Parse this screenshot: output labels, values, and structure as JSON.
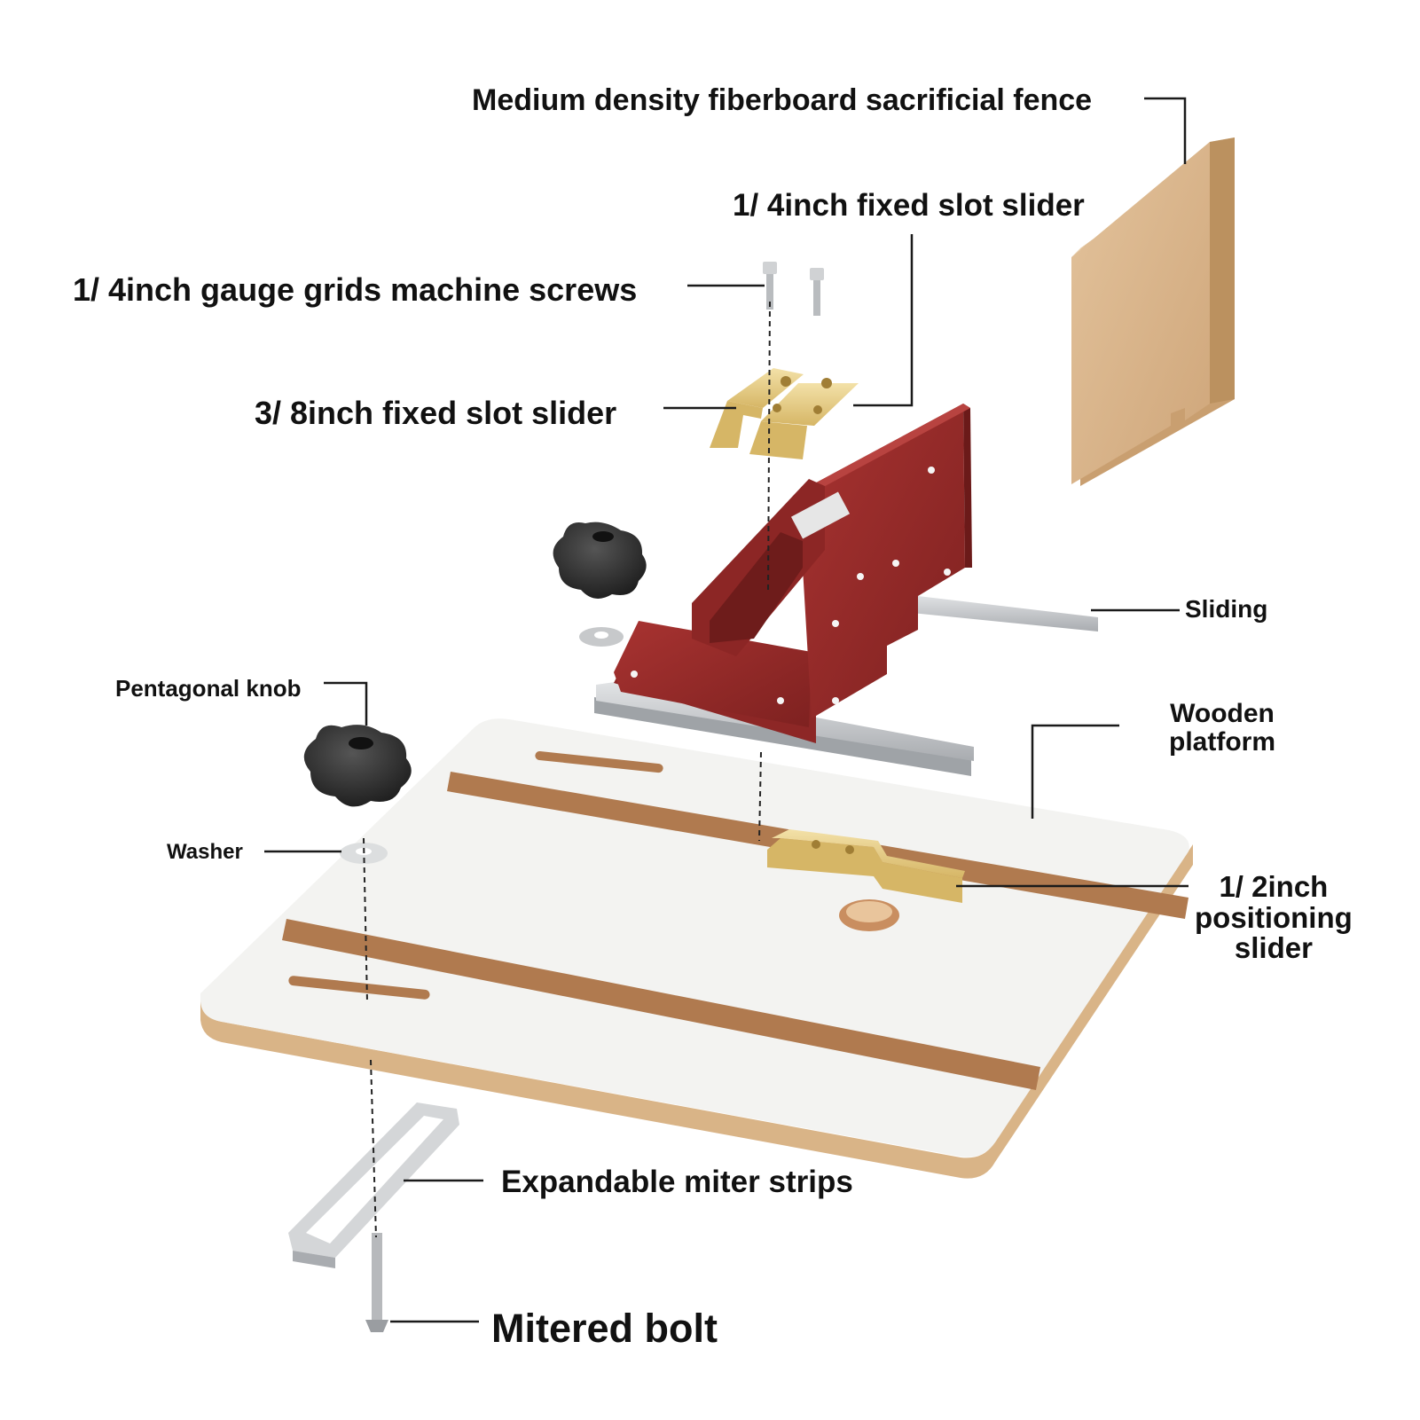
{
  "labels": {
    "fence": "Medium density fiberboard sacrificial fence",
    "slider_quarter": "1/ 4inch fixed slot slider",
    "screws": "1/ 4inch gauge grids machine screws",
    "slider_three_eighths": "3/ 8inch fixed slot slider",
    "sliding": "Sliding",
    "knob": "Pentagonal knob",
    "platform_line1": "Wooden",
    "platform_line2": "platform",
    "washer": "Washer",
    "positioning_line1": "1/ 2inch",
    "positioning_line2": "positioning",
    "positioning_line3": "slider",
    "miter_strips": "Expandable miter strips",
    "bolt": "Mitered bolt"
  },
  "colors": {
    "fence_wood": "#d8b48a",
    "fence_edge": "#c59a6a",
    "jig_red": "#9a2d2b",
    "jig_red_dark": "#7a1f1e",
    "platform_top": "#f2f2f0",
    "platform_edge": "#d9b487",
    "slot_wood": "#b07a4f",
    "brass": "#e8cf8c",
    "brass_dark": "#c8a858",
    "knob_black": "#2a2a2a",
    "metal": "#c9cbcd",
    "leader_line": "#1a1a1a"
  }
}
